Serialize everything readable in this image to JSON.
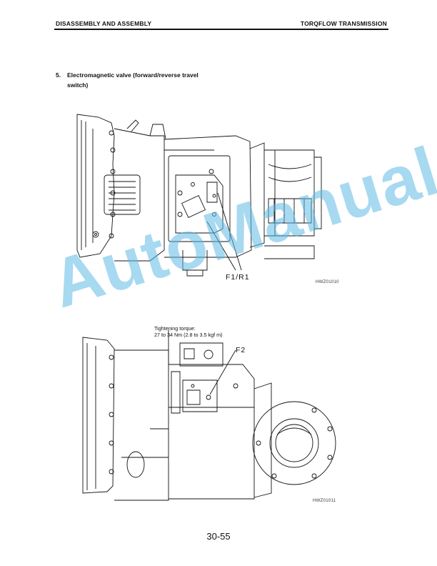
{
  "header": {
    "left": "DISASSEMBLY AND ASSEMBLY",
    "right": "TORQFLOW TRANSMISSION"
  },
  "section": {
    "number": "5.",
    "title_line1": "Electromagnetic valve (forward/reverse travel",
    "title_line2": "switch)"
  },
  "figure1": {
    "callout": "F1/R1",
    "code": "HWZ01010"
  },
  "figure2": {
    "callout": "F2",
    "torque_line1": "Tightening torque:",
    "torque_line2": "27 to 34 Nm (2.8 to 3.5 kgf m)",
    "code": "HWZ01011"
  },
  "page_number": "30-55",
  "watermark": "AutoManual"
}
